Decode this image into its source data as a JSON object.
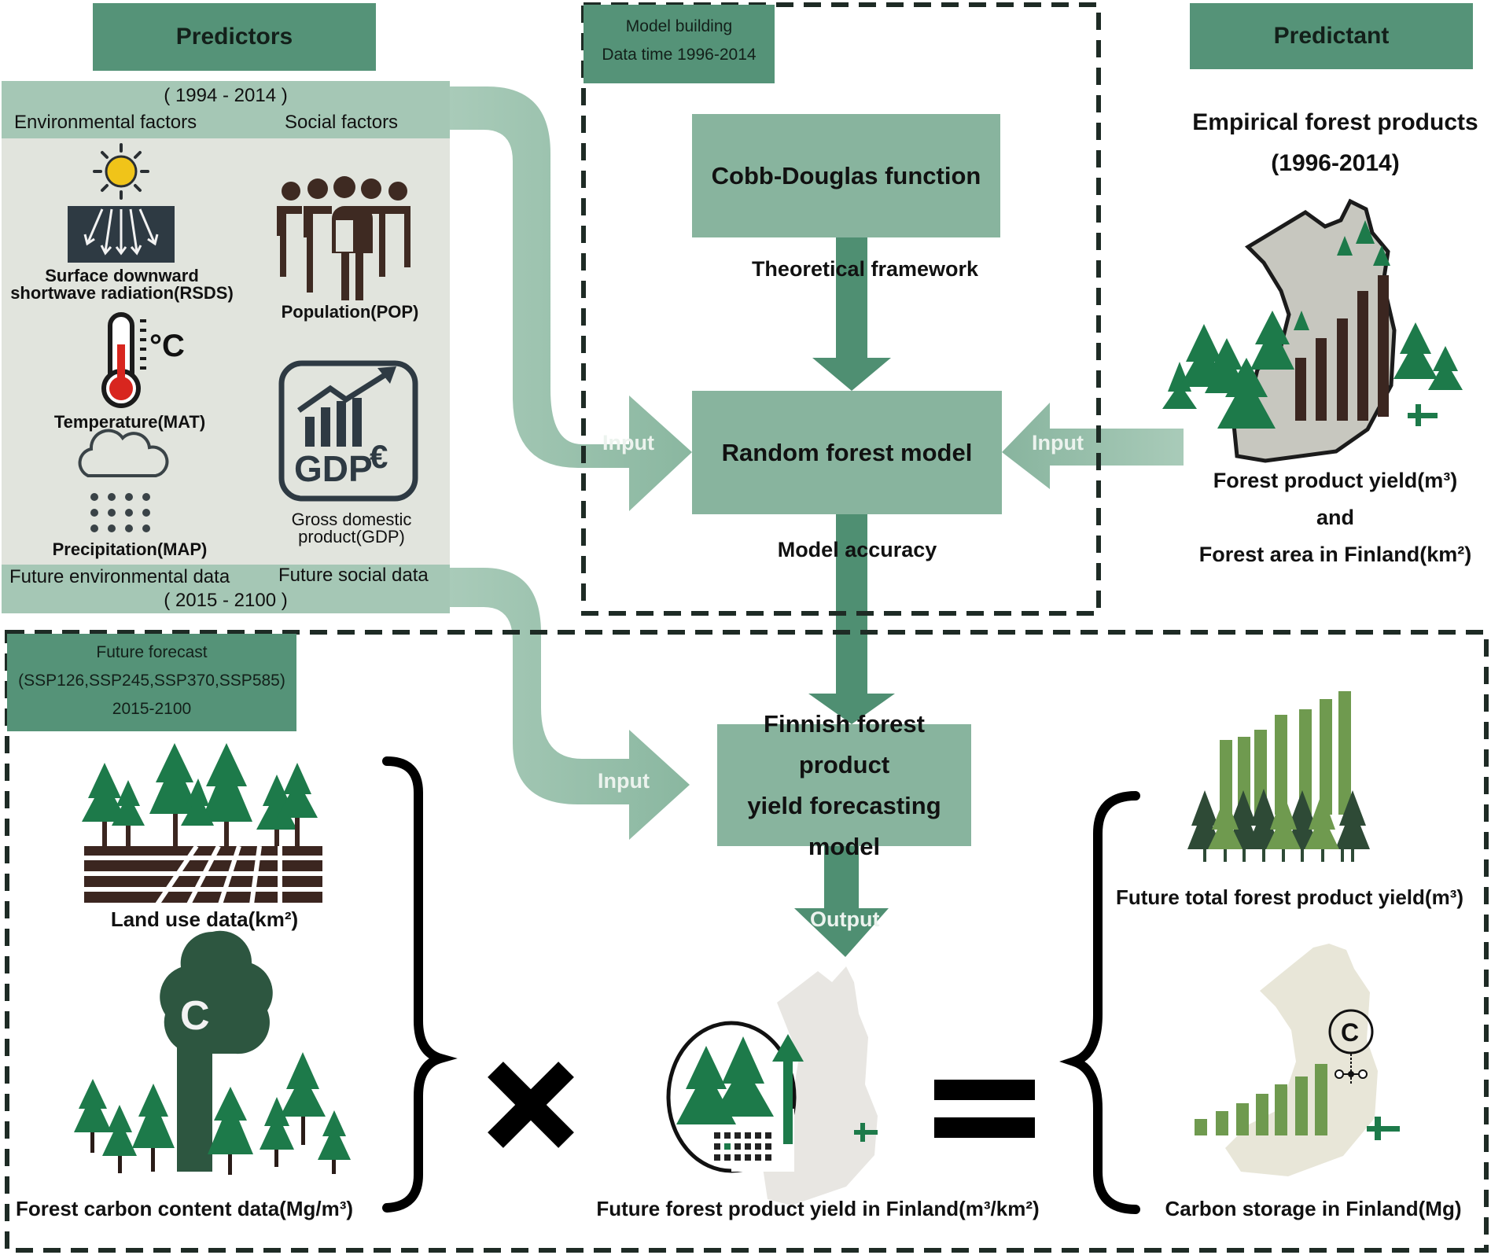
{
  "colors": {
    "header_green": "#559378",
    "box_green": "#88b49e",
    "arrow_dark": "#4f8f72",
    "arrow_light": "#9ec3b0",
    "panel_bg": "#e1e4dd",
    "band_bg": "#a5c7b5",
    "tree_green": "#1d7a4a",
    "trunk_brown": "#3b2620",
    "dash": "#1e2b25"
  },
  "predictors": {
    "header": "Predictors",
    "historic_period": "( 1994 - 2014 )",
    "env_label": "Environmental factors",
    "social_label": "Social factors",
    "items": {
      "rsds": "Surface downward shortwave radiation(RSDS)",
      "rsds_line1": "Surface downward",
      "rsds_line2": "shortwave radiation(RSDS)",
      "pop": "Population(POP)",
      "mat": "Temperature(MAT)",
      "mat_unit": "°C",
      "map": "Precipitation(MAP)",
      "gdp_line1": "Gross domestic",
      "gdp_line2": "product(GDP)",
      "gdp_icon_text": "GDP"
    },
    "future_env_label": "Future environmental data",
    "future_social_label": "Future social data",
    "future_period": "( 2015 - 2100 )"
  },
  "model_building": {
    "label_line1": "Model building",
    "label_line2": "Data time 1996-2014",
    "cobb_douglas": "Cobb-Douglas function",
    "theoretical": "Theoretical framework",
    "random_forest": "Random forest model",
    "accuracy": "Model accuracy",
    "input_left": "Input",
    "input_right": "Input"
  },
  "predictant": {
    "header": "Predictant",
    "title_line1": "Empirical forest products",
    "title_line2": "(1996-2014)",
    "caption_line1": "Forest product yield(m³)",
    "caption_line2": "and",
    "caption_line3": "Forest area in Finland(km²)"
  },
  "future_forecast": {
    "label_line1": "Future forecast",
    "label_line2": "(SSP126,SSP245,SSP370,SSP585)",
    "label_line3": "2015-2100",
    "input": "Input",
    "model_line1": "Finnish forest product",
    "model_line2": "yield forecasting model",
    "output": "Output",
    "land_use": "Land use data(km²)",
    "carbon_content": "Forest carbon content data(Mg/m³)",
    "carbon_symbol": "C",
    "yield_caption": "Future forest product yield in Finland(m³/km²)",
    "total_yield_caption": "Future total forest product yield(m³)",
    "carbon_storage_caption": "Carbon storage in Finland(Mg)",
    "multiply": "×",
    "equals": "="
  }
}
